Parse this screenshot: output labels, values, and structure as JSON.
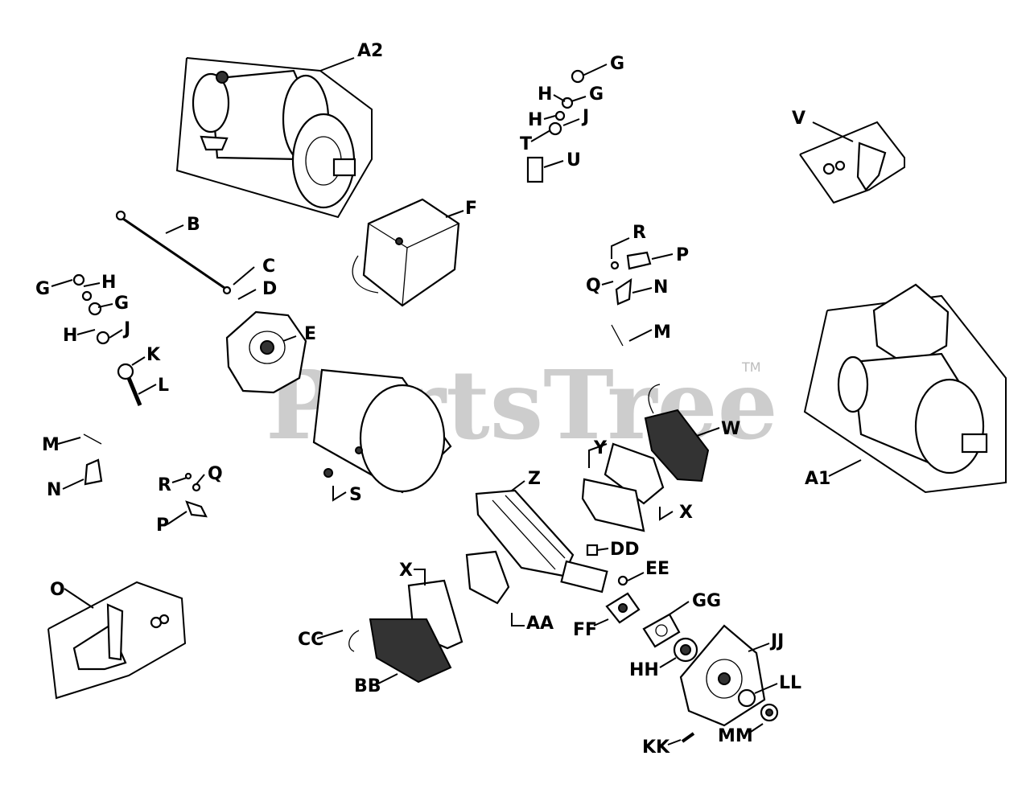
{
  "watermark": {
    "text": "PartsTree",
    "trademark": "TM"
  },
  "labels": {
    "A2": "A2",
    "B": "B",
    "C": "C",
    "D": "D",
    "E": "E",
    "F": "F",
    "G1": "G",
    "H1": "H",
    "G2": "G",
    "H2": "H",
    "J1": "J",
    "T": "T",
    "U": "U",
    "V": "V",
    "G3": "G",
    "H3": "H",
    "G4": "G",
    "H4": "H",
    "J2": "J",
    "K": "K",
    "L": "L",
    "R1": "R",
    "P1": "P",
    "Q1": "Q",
    "N1": "N",
    "M1": "M",
    "A1": "A1",
    "W": "W",
    "Y": "Y",
    "X1": "X",
    "Z": "Z",
    "DD": "DD",
    "M2": "M",
    "N2": "N",
    "R2": "R",
    "Q2": "Q",
    "P2": "P",
    "S": "S",
    "O": "O",
    "X2": "X",
    "AA": "AA",
    "EE": "EE",
    "GG": "GG",
    "CC": "CC",
    "FF": "FF",
    "JJ": "JJ",
    "HH": "HH",
    "LL": "LL",
    "BB": "BB",
    "KK": "KK",
    "MM": "MM"
  }
}
